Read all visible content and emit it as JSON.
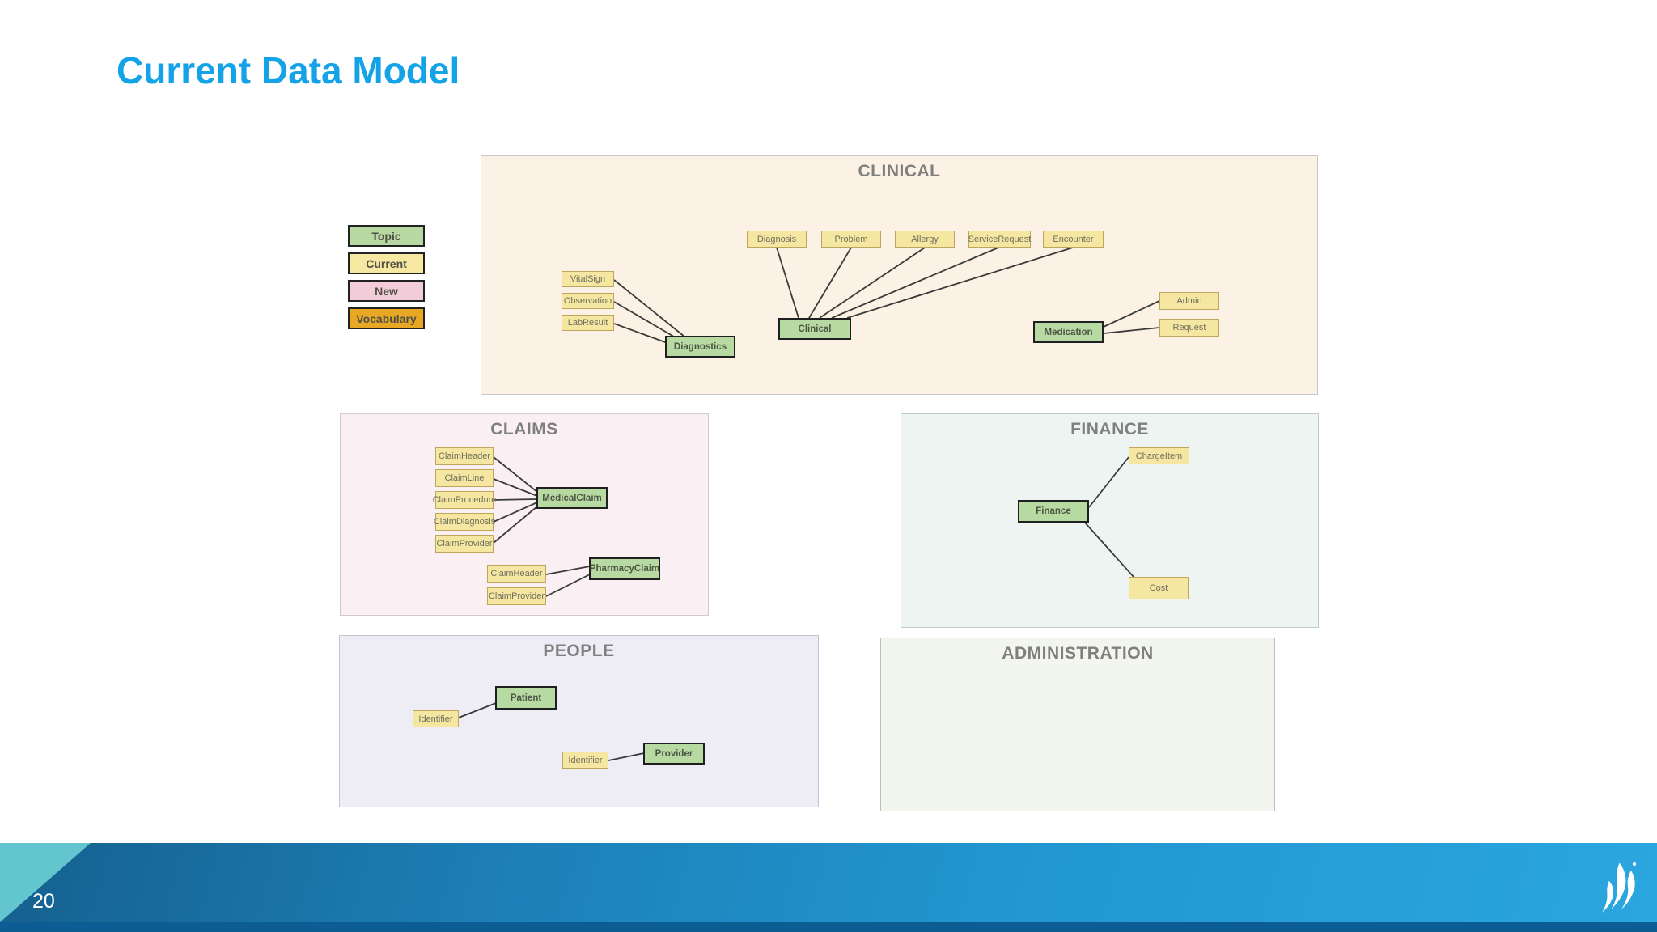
{
  "slide": {
    "title": "Current Data Model",
    "page_number": "20"
  },
  "legend": {
    "items": [
      {
        "id": "topic",
        "label": "Topic",
        "color": "#b7d8a2"
      },
      {
        "id": "current",
        "label": "Current",
        "color": "#f6e8a1"
      },
      {
        "id": "new",
        "label": "New",
        "color": "#f2cdd9"
      },
      {
        "id": "vocabulary",
        "label": "Vocabulary",
        "color": "#e9a823"
      }
    ]
  },
  "colors": {
    "title_blue": "#14a3e6",
    "footer_teal": "#63c5ce",
    "footer_dark_strip": "#0d5d95"
  },
  "sections": {
    "clinical": {
      "title": "CLINICAL",
      "nodes": {
        "diagnosis": "Diagnosis",
        "problem": "Problem",
        "allergy": "Allergy",
        "service_request": "ServiceRequest",
        "encounter": "Encounter",
        "vital_sign": "VitalSign",
        "observation": "Observation",
        "lab_result": "LabResult",
        "diagnostics": "Diagnostics",
        "clinical": "Clinical",
        "medication": "Medication",
        "admin": "Admin",
        "request": "Request"
      }
    },
    "claims": {
      "title": "CLAIMS",
      "nodes": {
        "claim_header_medical": "ClaimHeader",
        "claim_line": "ClaimLine",
        "claim_procedure": "ClaimProcedure",
        "claim_diagnosis": "ClaimDiagnosis",
        "claim_provider_medical": "ClaimProvider",
        "medical_claim": "MedicalClaim",
        "claim_header_pharmacy": "ClaimHeader",
        "claim_provider_pharmacy": "ClaimProvider",
        "pharmacy_claim": "PharmacyClaim"
      }
    },
    "finance": {
      "title": "FINANCE",
      "nodes": {
        "charge_item": "ChargeItem",
        "finance": "Finance",
        "cost": "Cost"
      }
    },
    "people": {
      "title": "PEOPLE",
      "nodes": {
        "identifier_patient": "Identifier",
        "patient": "Patient",
        "identifier_provider": "Identifier",
        "provider": "Provider"
      }
    },
    "administration": {
      "title": "ADMINISTRATION"
    }
  }
}
